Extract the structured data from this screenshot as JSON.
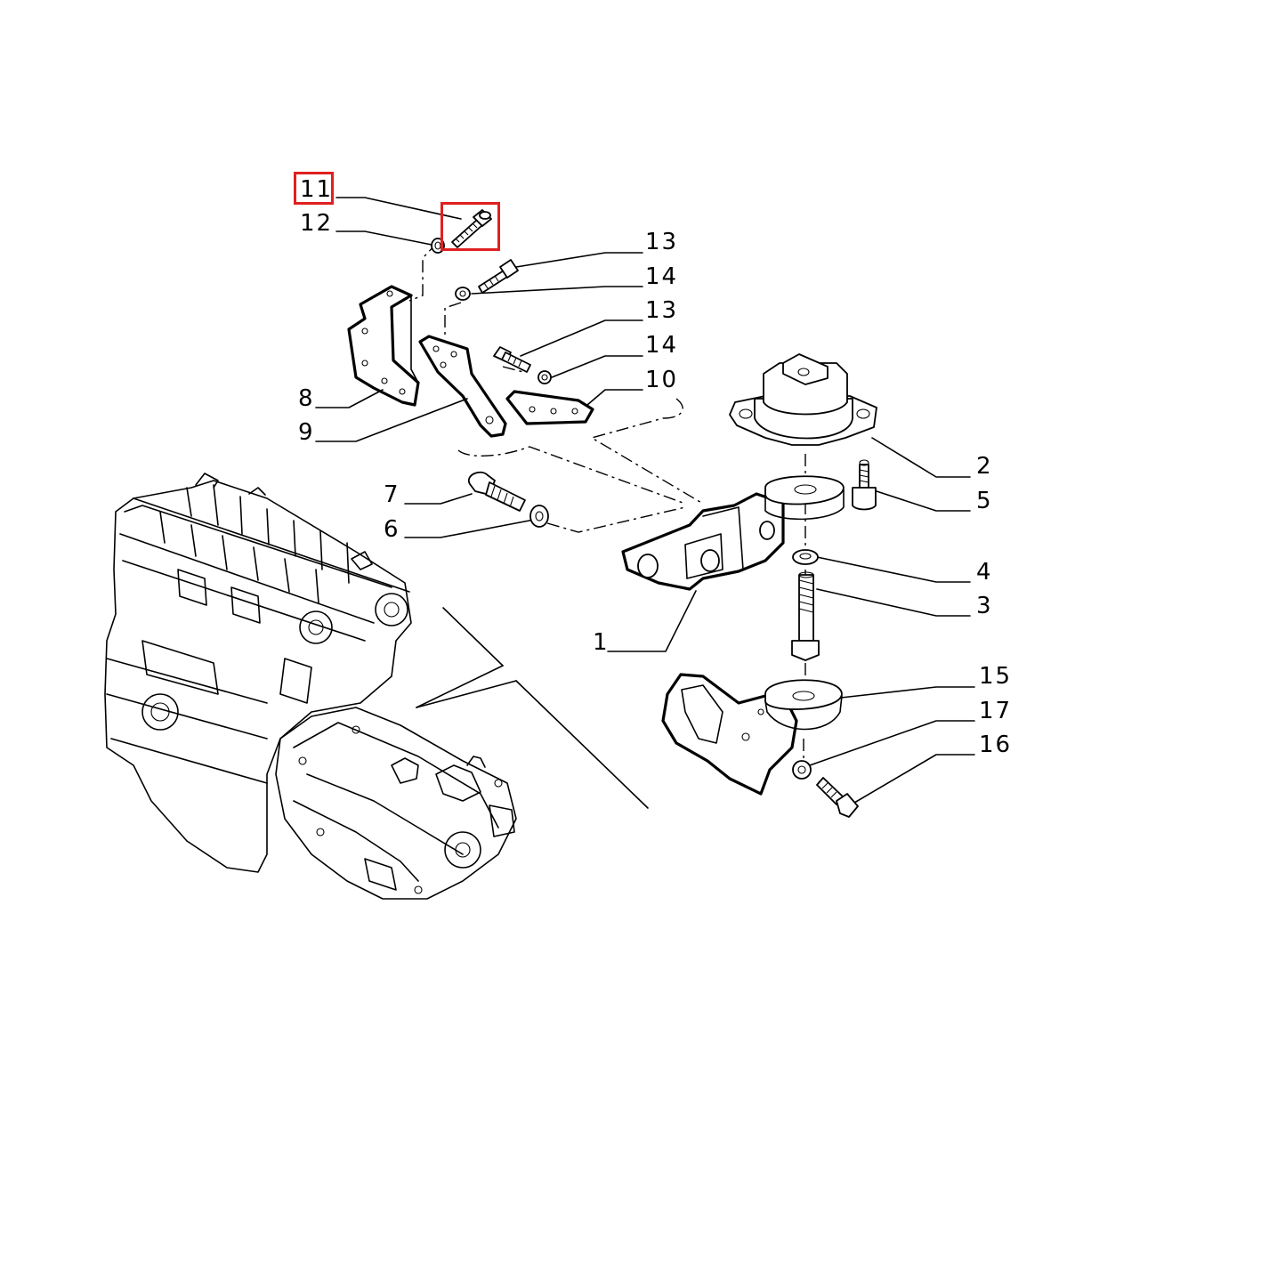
{
  "diagram": {
    "callouts": [
      {
        "id": "c11",
        "label": "11",
        "highlighted": true
      },
      {
        "id": "c12",
        "label": "12"
      },
      {
        "id": "c13a",
        "label": "13"
      },
      {
        "id": "c14a",
        "label": "14"
      },
      {
        "id": "c13b",
        "label": "13"
      },
      {
        "id": "c14b",
        "label": "14"
      },
      {
        "id": "c10",
        "label": "10"
      },
      {
        "id": "c8",
        "label": "8"
      },
      {
        "id": "c9",
        "label": "9"
      },
      {
        "id": "c2",
        "label": "2"
      },
      {
        "id": "c5",
        "label": "5"
      },
      {
        "id": "c7",
        "label": "7"
      },
      {
        "id": "c6",
        "label": "6"
      },
      {
        "id": "c4",
        "label": "4"
      },
      {
        "id": "c3",
        "label": "3"
      },
      {
        "id": "c1",
        "label": "1"
      },
      {
        "id": "c15",
        "label": "15"
      },
      {
        "id": "c17",
        "label": "17"
      },
      {
        "id": "c16",
        "label": "16"
      }
    ],
    "highlight_color": "#e02020",
    "line_color": "#000000",
    "background": "#ffffff"
  }
}
